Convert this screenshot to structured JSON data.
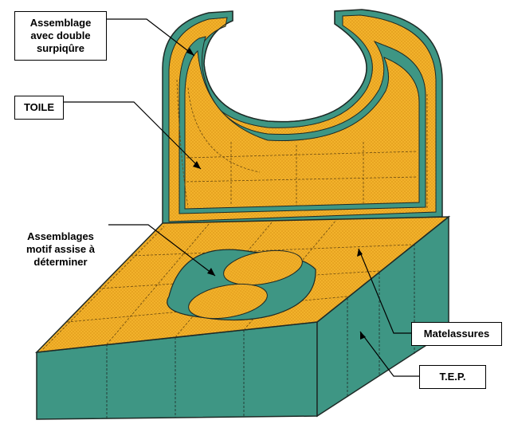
{
  "colors": {
    "fabric": "#F3B42C",
    "fabric_hatch": "#D98F12",
    "tep": "#3E9684",
    "tep_dark": "#2F7B6B",
    "outline": "#1E2A26"
  },
  "labels": {
    "double_stitch": [
      "Assemblage",
      "avec double",
      "surpiqûre"
    ],
    "toile": "TOILE",
    "seat_pattern": [
      "Assemblages",
      "motif assise à",
      "déterminer"
    ],
    "matelassures": "Matelassures",
    "tep": "T.E.P."
  }
}
